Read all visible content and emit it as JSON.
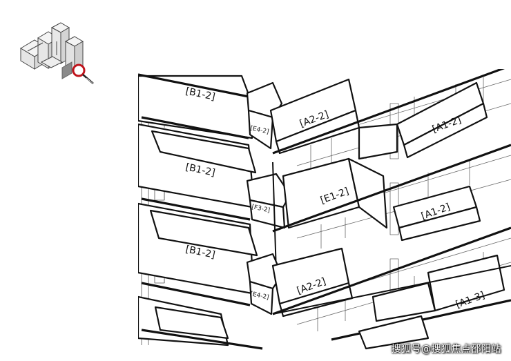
{
  "labels": {
    "b1_top": "[B1-2]",
    "b1_mid": "[B1-2]",
    "b1_bot": "[B1-2]",
    "e4_top": "[E4-2]",
    "e4_bot": "[E4-2]",
    "f3": "[F3-2]",
    "a2_top": "[A2-2]",
    "a2_bot": "[A2-2]",
    "e1": "[E1-2]",
    "a1_top": "[A1-2]",
    "a1_mid": "[A1-2]",
    "a1_bot": "[A1-3]"
  },
  "watermark": "搜狐号@搜狐焦点邵阳站",
  "icons": {
    "key_plan": "building-key-plan-icon",
    "magnifier": "magnifier-icon"
  },
  "colors": {
    "line": "#111111",
    "magnifier_ring": "#c0141c",
    "background": "#ffffff"
  }
}
